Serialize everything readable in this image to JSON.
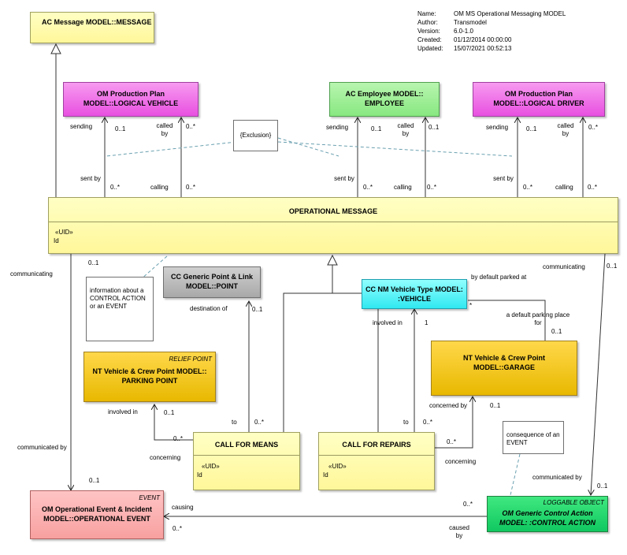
{
  "metadata": {
    "labels": [
      "Name:",
      "Author:",
      "Version:",
      "Created:",
      "Updated:"
    ],
    "values": [
      "OM MS Operational Messaging MODEL",
      "Transmodel",
      "6.0-1.0",
      "01/12/2014 00:00:00",
      "15/07/2021 00:52:13"
    ]
  },
  "classes": {
    "ac_message": {
      "title": "AC Message MODEL::MESSAGE"
    },
    "om_logical_vehicle": {
      "title": "OM Production Plan MODEL::LOGICAL VEHICLE"
    },
    "ac_employee": {
      "title": "AC Employee MODEL:: EMPLOYEE"
    },
    "om_logical_driver": {
      "title": "OM Production Plan MODEL::LOGICAL DRIVER"
    },
    "operational_message": {
      "title": "OPERATIONAL MESSAGE",
      "attrs": [
        "«UID»",
        "Id"
      ]
    },
    "cc_point": {
      "title": "CC Generic Point & Link MODEL::POINT"
    },
    "cc_vehicle": {
      "title": "CC NM Vehicle Type MODEL: :VEHICLE"
    },
    "parking_point": {
      "stereotype": "RELIEF POINT",
      "title": "NT Vehicle & Crew Point MODEL:: PARKING POINT"
    },
    "garage": {
      "title": "NT Vehicle & Crew Point MODEL::GARAGE"
    },
    "call_for_means": {
      "title": "CALL FOR MEANS",
      "attrs": [
        "«UID»",
        "Id"
      ]
    },
    "call_for_repairs": {
      "title": "CALL FOR REPAIRS",
      "attrs": [
        "«UID»",
        "Id"
      ]
    },
    "event": {
      "stereotype": "EVENT",
      "title": "OM Operational Event & Incident MODEL::OPERATIONAL EVENT"
    },
    "control_action": {
      "stereotype": "LOGGABLE OBJECT",
      "title": "OM Generic Control Action MODEL: :CONTROL ACTION"
    }
  },
  "notes": {
    "exclusion": "{Exclusion}",
    "info": "information about a CONTROL ACTION or an EVENT",
    "consequence": "consequence of an EVENT"
  },
  "labels": {
    "sending1": "sending",
    "m01_a": "0..1",
    "called_by1": "called by",
    "m0s_a": "0..*",
    "sending2": "sending",
    "m01_b": "0..1",
    "called_by2": "called by",
    "m01_c": "0..1",
    "sending3": "sending",
    "m01_d": "0..1",
    "called_by3": "called by",
    "m0s_b": "0..*",
    "sent_by1": "sent by",
    "m0s_c": "0..*",
    "calling1": "calling",
    "m0s_d": "0..*",
    "sent_by2": "sent by",
    "m0s_e": "0..*",
    "calling2": "calling",
    "m0s_f": "0..*",
    "sent_by3": "sent by",
    "m0s_g": "0..*",
    "calling3": "calling",
    "m0s_h": "0..*",
    "communicating1": "communicating",
    "m01_e": "0..1",
    "communicating2": "communicating",
    "m01_f": "0..1",
    "destination_of": "destination of",
    "m01_g": "0..1",
    "by_default_parked_at": "by default parked at",
    "star": "*",
    "involved_in1": "involved in",
    "one": "1",
    "default_parking": "a default parking place for",
    "m01_h": "0..1",
    "involved_in2": "involved in",
    "m01_i": "0..1",
    "to1": "to",
    "m0s_i": "0..*",
    "to2": "to",
    "m0s_j": "0..*",
    "concerned_by": "concerned by",
    "m01_j": "0..1",
    "m0s_k": "0..*",
    "concerning1": "concerning",
    "m0s_l": "0..*",
    "concerning2": "concerning",
    "communicated_by1": "communicated by",
    "m01_k": "0..1",
    "communicated_by2": "communicated by",
    "m01_l": "0..1",
    "causing": "causing",
    "m0s_m": "0..*",
    "m0s_n": "0..*",
    "caused_by": "caused by"
  }
}
